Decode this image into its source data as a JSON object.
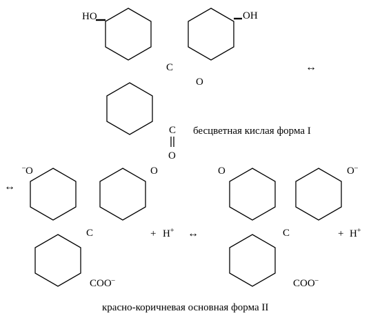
{
  "labels": {
    "ho": "HO",
    "oh": "OH",
    "c": "C",
    "o": "O",
    "plus": "+",
    "h": "H",
    "plus_charge": "+",
    "minus_charge": "–",
    "coo": "COO",
    "arrow": "↔",
    "acid_form": "бесцветная кислая форма I",
    "basic_form": "красно-коричневая основная форма II"
  }
}
